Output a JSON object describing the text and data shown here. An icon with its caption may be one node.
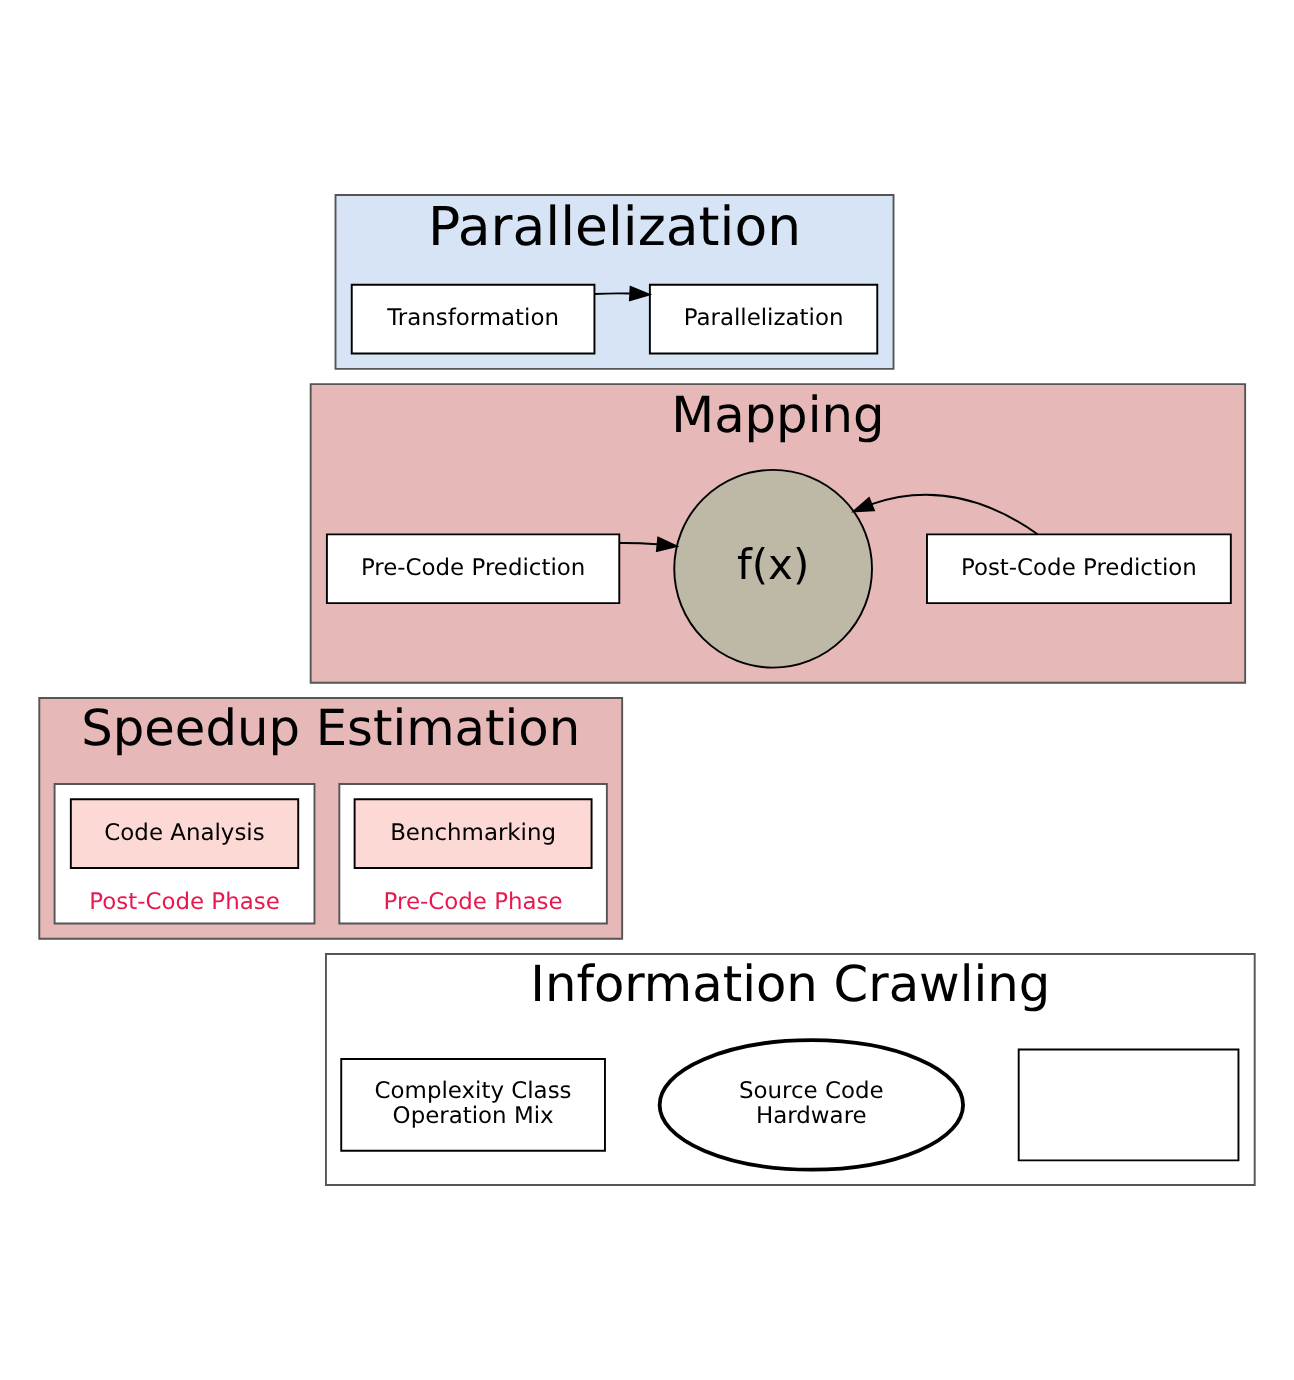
{
  "diagram": {
    "nodes": [
      {
        "text": [
          "Parallelization"
        ]
      },
      {
        "text": [
          "Transformation"
        ],
        "in": 0
      },
      {
        "text": [
          "Parallelization"
        ],
        "in": 0
      },
      {
        "text": [
          "Mapping"
        ]
      },
      {
        "text": [
          "Pre-Code Prediction"
        ],
        "in": 3
      },
      {
        "text": [
          "f(x)"
        ],
        "in": 3
      },
      {
        "text": [
          "Post-Code Prediction"
        ],
        "in": 3
      },
      {
        "text": [
          "Speedup Estimation"
        ]
      },
      {
        "text": [
          "Pre-Code Phase"
        ],
        "in": 7
      },
      {
        "text": [
          "Benchmarking"
        ],
        "in": 8
      },
      {
        "text": [
          "Post-Code Phase"
        ],
        "in": 7
      },
      {
        "text": [
          "Code Analysis"
        ],
        "in": 10
      },
      {
        "text": [
          "Information Crawling"
        ]
      },
      {
        "text": [
          "Complexity Class",
          "Operation Mix"
        ],
        "in": 12
      },
      {
        "text": [
          "Source Code",
          "Hardware"
        ],
        "in": 12
      },
      {
        "text": [],
        "shape": "box",
        "in": 12
      }
    ],
    "edges": [
      {
        "from": 1,
        "to": 2,
        "arrow": "to"
      },
      {
        "from": 4,
        "to": 5,
        "arrow": "to"
      },
      {
        "from": 6,
        "to": 5,
        "arrow": "to"
      }
    ]
  }
}
